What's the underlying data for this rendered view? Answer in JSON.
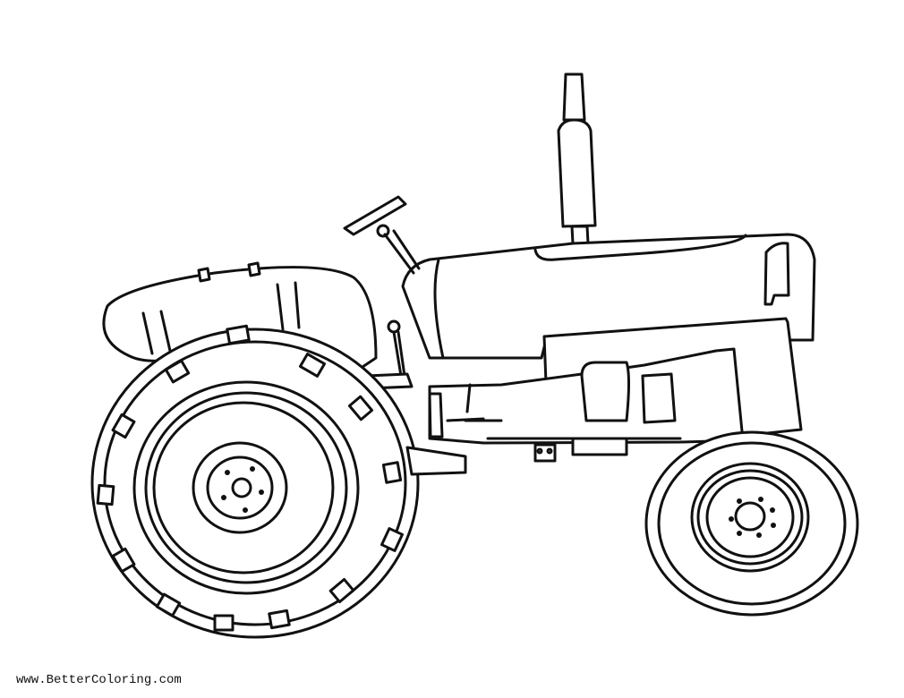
{
  "image": {
    "subject": "tractor coloring page",
    "style": "black line art on white",
    "background": "#ffffff",
    "line_color": "#111111",
    "parts": [
      "exhaust-stack",
      "hood",
      "grille-panel",
      "steering-wheel",
      "rear-fender",
      "rear-wheel",
      "front-wheel",
      "engine-block",
      "gear-lever"
    ]
  },
  "watermark": {
    "text": "www.BetterColoring.com"
  }
}
